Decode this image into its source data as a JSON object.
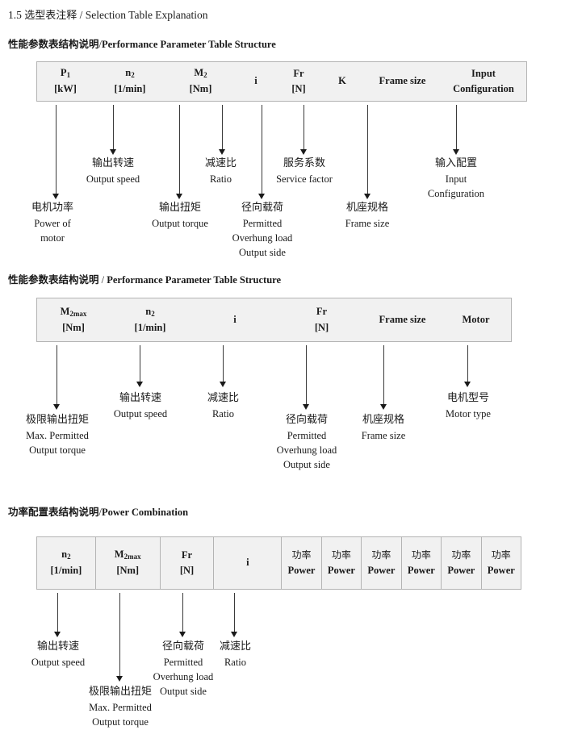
{
  "page": {
    "section_number": "1.5",
    "section_title_cn": "选型表注释",
    "section_sep": "/",
    "section_title_en": "Selection Table Explanation"
  },
  "sections": [
    {
      "heading_cn": "性能参数表结构说明",
      "heading_sep": "/",
      "heading_en": "Performance Parameter Table Structure",
      "table": {
        "bordered": false,
        "columns": [
          {
            "line1": "P1",
            "line1_base": "P",
            "line1_sub": "1",
            "line2": "[kW]"
          },
          {
            "line1": "n2",
            "line1_base": "n",
            "line1_sub": "2",
            "line2": "[1/min]"
          },
          {
            "line1": "M2",
            "line1_base": "M",
            "line1_sub": "2",
            "line2": "[Nm]"
          },
          {
            "line1": "i",
            "line2": ""
          },
          {
            "line1": "Fr",
            "line2": "[N]"
          },
          {
            "line1": "K",
            "line2": ""
          },
          {
            "line1": "Frame size",
            "line2": ""
          },
          {
            "line1": "Input",
            "line2": "Configuration"
          }
        ]
      },
      "annotations": [
        {
          "cn": "电机功率",
          "en": [
            "Power of",
            "motor"
          ]
        },
        {
          "cn": "输出转速",
          "en": [
            "Output speed"
          ]
        },
        {
          "cn": "输出扭矩",
          "en": [
            "Output torque"
          ]
        },
        {
          "cn": "减速比",
          "en": [
            "Ratio"
          ]
        },
        {
          "cn": "径向载荷",
          "en": [
            "Permitted",
            "Overhung load",
            "Output side"
          ]
        },
        {
          "cn": "服务系数",
          "en": [
            "Service factor"
          ]
        },
        {
          "cn": "机座规格",
          "en": [
            "Frame size"
          ]
        },
        {
          "cn": "输入配置",
          "en": [
            "Input",
            "Configuration"
          ]
        }
      ]
    },
    {
      "heading_cn": "性能参数表结构说明",
      "heading_sep": "/",
      "heading_en": "Performance Parameter Table Structure",
      "table": {
        "bordered": false,
        "columns": [
          {
            "line1": "M2max",
            "line1_base": "M",
            "line1_sub": "2max",
            "line2": "[Nm]"
          },
          {
            "line1": "n2",
            "line1_base": "n",
            "line1_sub": "2",
            "line2": "[1/min]"
          },
          {
            "line1": "i",
            "line2": ""
          },
          {
            "line1": "Fr",
            "line2": "[N]"
          },
          {
            "line1": "Frame size",
            "line2": ""
          },
          {
            "line1": "Motor",
            "line2": ""
          }
        ]
      },
      "annotations": [
        {
          "cn": "极限输出扭矩",
          "en": [
            "Max. Permitted",
            "Output  torque"
          ]
        },
        {
          "cn": "输出转速",
          "en": [
            "Output speed"
          ]
        },
        {
          "cn": "减速比",
          "en": [
            "Ratio"
          ]
        },
        {
          "cn": "径向载荷",
          "en": [
            "Permitted",
            "Overhung load",
            "Output side"
          ]
        },
        {
          "cn": "机座规格",
          "en": [
            "Frame size"
          ]
        },
        {
          "cn": "电机型号",
          "en": [
            "Motor type"
          ]
        }
      ]
    },
    {
      "heading_cn": "功率配置表结构说明",
      "heading_sep": "/",
      "heading_en": "Power Combination",
      "table": {
        "bordered": true,
        "columns": [
          {
            "line1": "n2",
            "line1_base": "n",
            "line1_sub": "2",
            "line2": "[1/min]"
          },
          {
            "line1": "M2max",
            "line1_base": "M",
            "line1_sub": "2max",
            "line2": "[Nm]"
          },
          {
            "line1": "Fr",
            "line2": "[N]"
          },
          {
            "line1": "i",
            "line2": ""
          },
          {
            "line1_cn": "功率",
            "line2": "Power"
          },
          {
            "line1_cn": "功率",
            "line2": "Power"
          },
          {
            "line1_cn": "功率",
            "line2": "Power"
          },
          {
            "line1_cn": "功率",
            "line2": "Power"
          },
          {
            "line1_cn": "功率",
            "line2": "Power"
          },
          {
            "line1_cn": "功率",
            "line2": "Power"
          }
        ]
      },
      "annotations": [
        {
          "cn": "输出转速",
          "en": [
            "Output speed"
          ]
        },
        {
          "cn": "极限输出扭矩",
          "en": [
            "Max. Permitted",
            "Output  torque"
          ]
        },
        {
          "cn": "径向载荷",
          "en": [
            "Permitted",
            "Overhung load",
            "Output side"
          ]
        },
        {
          "cn": "减速比",
          "en": [
            "Ratio"
          ]
        }
      ]
    }
  ]
}
